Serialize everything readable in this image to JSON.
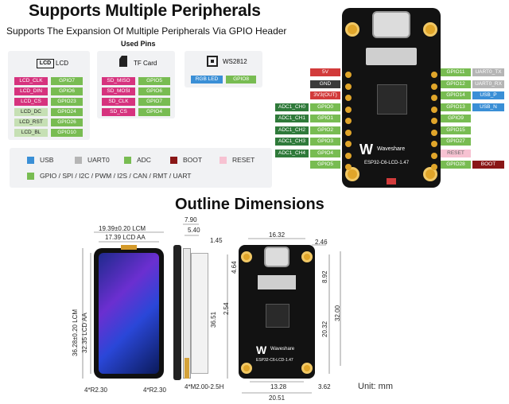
{
  "header": {
    "title": "Supports Multiple Peripherals",
    "subtitle": "Supports The Expansion Of Multiple Peripherals Via GPIO Header",
    "used_pins": "Used Pins"
  },
  "lcd": {
    "icon": "LCD",
    "name": "LCD",
    "rows": [
      {
        "pin": "LCD_CLK",
        "gpio": "GPIO7"
      },
      {
        "pin": "LCD_DIN",
        "gpio": "GPIO6"
      },
      {
        "pin": "LCD_CS",
        "gpio": "GPIO23"
      },
      {
        "pin": "LCD_DC",
        "gpio": "GPIO24"
      },
      {
        "pin": "LCD_RST",
        "gpio": "GPIO26"
      },
      {
        "pin": "LCD_BL",
        "gpio": "GPIO10"
      }
    ]
  },
  "tf": {
    "name": "TF Card",
    "rows": [
      {
        "pin": "SD_MISO",
        "gpio": "GPIO5"
      },
      {
        "pin": "SD_MOSI",
        "gpio": "GPIO6"
      },
      {
        "pin": "SD_CLK",
        "gpio": "GPIO7"
      },
      {
        "pin": "SD_CS",
        "gpio": "GPIO4"
      }
    ]
  },
  "ws": {
    "name": "WS2812",
    "rgb": "RGB LED",
    "gpio": "GPIO8"
  },
  "legend": {
    "usb": "USB",
    "uart": "UART0",
    "adc": "ADC",
    "boot": "BOOT",
    "reset": "RESET",
    "gpio": "GPIO / SPI / I2C / PWM / I2S / CAN / RMT / UART"
  },
  "pins_left": [
    {
      "label": "5V",
      "kind": "red"
    },
    {
      "label": "GND",
      "kind": "dark"
    },
    {
      "label": "3V3(OUT)",
      "kind": "red"
    },
    {
      "label": "GPIO0",
      "adc": "ADC1_CH0"
    },
    {
      "label": "GPIO1",
      "adc": "ADC1_CH1"
    },
    {
      "label": "GPIO2",
      "adc": "ADC1_CH2"
    },
    {
      "label": "GPIO3",
      "adc": "ADC1_CH3"
    },
    {
      "label": "GPIO4",
      "adc": "ADC1_CH4"
    },
    {
      "label": "GPIO5"
    }
  ],
  "pins_right": [
    {
      "label": "GPIO11",
      "extra": "UART0_TX",
      "ekind": "gray"
    },
    {
      "label": "GPIO12",
      "extra": "UART0_RX",
      "ekind": "gray"
    },
    {
      "label": "GPIO14",
      "extra": "USB_P",
      "ekind": "blue"
    },
    {
      "label": "GPIO13",
      "extra": "USB_N",
      "ekind": "blue"
    },
    {
      "label": "GPIO9"
    },
    {
      "label": "GPIO15"
    },
    {
      "label": "GPIO27"
    },
    {
      "label": "RESET",
      "kind": "lpink"
    },
    {
      "label": "GPIO28",
      "extra": "BOOT",
      "ekind": "dred"
    }
  ],
  "board": {
    "brand": "Waveshare",
    "model": "ESP32-C6-LCD-1.47"
  },
  "colors": {
    "pink": "#d6337e",
    "green": "#78bc52",
    "blue": "#3a8fd6",
    "gray": "#b5b5b5",
    "red": "#d23b3b",
    "dred": "#8a1717",
    "lpink": "#f7c2d2"
  },
  "outline": {
    "title": "Outline Dimensions",
    "unit": "Unit: mm",
    "lcm_w": "19.39±0.20 LCM",
    "aa_w": "17.39 LCD AA",
    "lcm_h": "36.28±0.20 LCM",
    "aa_h": "32.35 LCD AA",
    "r1": "4*R2.30",
    "r2": "4*R2.30",
    "side_790": "7.90",
    "side_540": "5.40",
    "side_145": "1.45",
    "top_1632": "16.32",
    "right_246": "2.46",
    "v_464": "4.64",
    "v_892": "8.92",
    "v_3651": "36.51",
    "v_254": "2.54",
    "v_2032": "20.32",
    "v_3200": "32.00",
    "bottom_1328": "13.28",
    "bottom_362": "3.62",
    "bottom_2051": "20.51",
    "holes": "4*M2.00-2.5H"
  }
}
